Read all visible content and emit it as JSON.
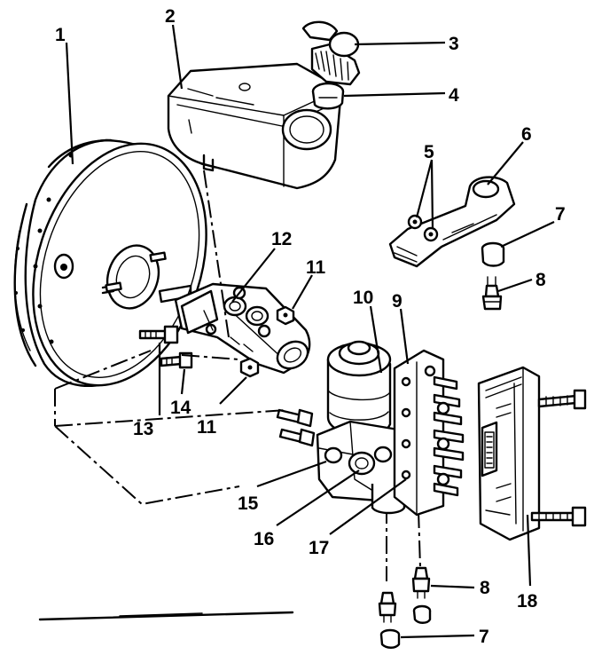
{
  "callouts": [
    {
      "id": "c1",
      "text": "1"
    },
    {
      "id": "c2",
      "text": "2"
    },
    {
      "id": "c3",
      "text": "3"
    },
    {
      "id": "c4",
      "text": "4"
    },
    {
      "id": "c5",
      "text": "5"
    },
    {
      "id": "c6",
      "text": "6"
    },
    {
      "id": "c7a",
      "text": "7"
    },
    {
      "id": "c8a",
      "text": "8"
    },
    {
      "id": "c9",
      "text": "9"
    },
    {
      "id": "c10",
      "text": "10"
    },
    {
      "id": "c11a",
      "text": "11"
    },
    {
      "id": "c12",
      "text": "12"
    },
    {
      "id": "c13",
      "text": "13"
    },
    {
      "id": "c14",
      "text": "14"
    },
    {
      "id": "c11b",
      "text": "11"
    },
    {
      "id": "c15",
      "text": "15"
    },
    {
      "id": "c16",
      "text": "16"
    },
    {
      "id": "c17",
      "text": "17"
    },
    {
      "id": "c8b",
      "text": "8"
    },
    {
      "id": "c18",
      "text": "18"
    },
    {
      "id": "c7b",
      "text": "7"
    }
  ]
}
